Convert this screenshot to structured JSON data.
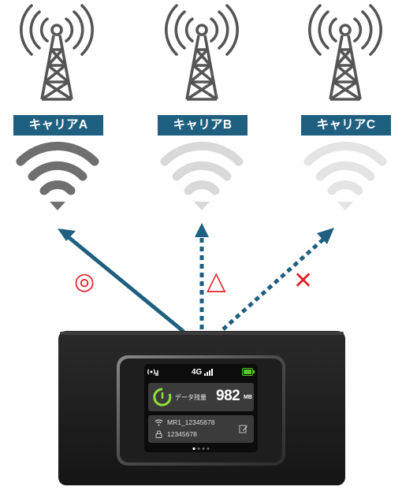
{
  "carriers": [
    {
      "label": "キャリアA",
      "rating": "◎",
      "signal_color": "#6f6f6f",
      "line_style": "solid"
    },
    {
      "label": "キャリアB",
      "rating": "△",
      "signal_color": "#d9d9d9",
      "line_style": "dotted"
    },
    {
      "label": "キャリアC",
      "rating": "✕",
      "signal_color": "#e4e4e4",
      "line_style": "dotted"
    }
  ],
  "colors": {
    "label_bg": "#1f5f7f",
    "arrow": "#1f5f7f",
    "rating": "#e0242e",
    "tower": "#555555",
    "battery": "#57c233"
  },
  "device": {
    "network": "4G",
    "data_label": "データ残量",
    "data_value": "982",
    "data_unit": "MB",
    "ssid": "MR1_12345678",
    "password": "12345678"
  }
}
